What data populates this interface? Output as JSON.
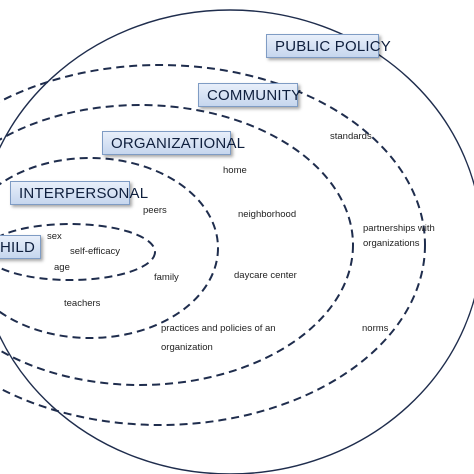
{
  "levels": {
    "public_policy": "PUBLIC POLICY",
    "community": "COMMUNITY",
    "organizational": "ORGANIZATIONAL",
    "interpersonal": "INTERPERSONAL",
    "child": "HILD"
  },
  "factors": {
    "standards": "standards",
    "home": "home",
    "peers": "peers",
    "neighborhood": "neighborhood",
    "partnerships_line1": "partnerships with",
    "partnerships_line2": "organizations",
    "sex": "sex",
    "self_efficacy": "self-efficacy",
    "age": "age",
    "family": "family",
    "daycare_center": "daycare center",
    "teachers": "teachers",
    "practices_line1": "practices and policies of an",
    "practices_line2": "organization",
    "norms": "norms"
  },
  "colors": {
    "ring_stroke": "#1f2d4d",
    "label_fill": "#d6e2f3",
    "label_border": "#7f9cc4"
  }
}
